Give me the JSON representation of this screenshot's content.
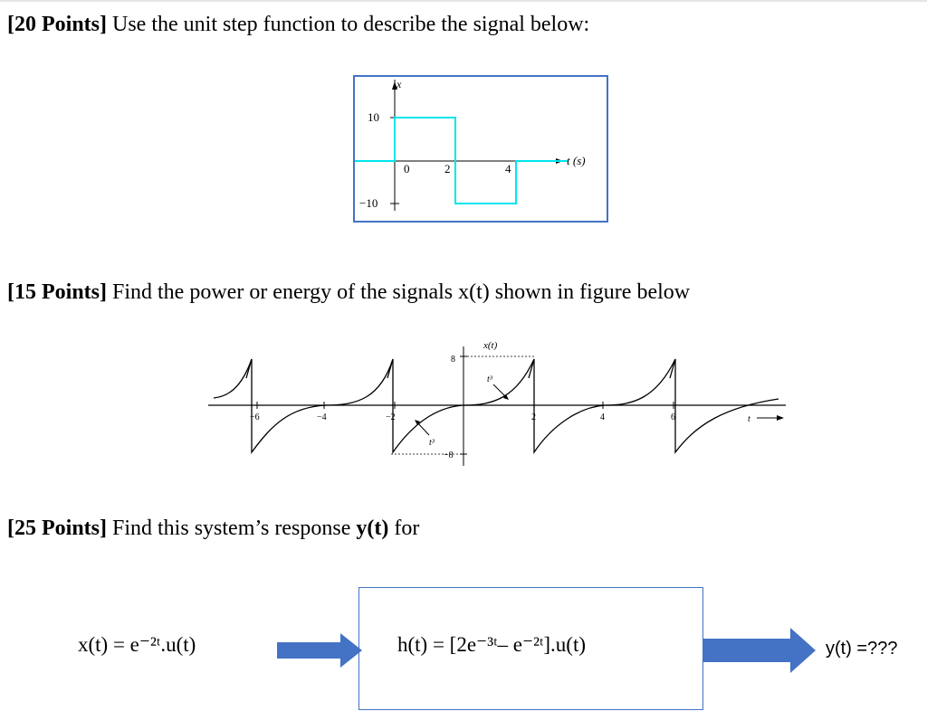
{
  "questions": [
    {
      "points": "[20 Points]",
      "text": " Use the unit step function to describe the signal below:"
    },
    {
      "points": "[15 Points]",
      "text": " Find the power or energy of the signals x(t) shown in figure below"
    },
    {
      "points": "[25 Points]",
      "text_before": " Find this system’s response ",
      "bold": "y(t)",
      "text_after": " for"
    }
  ],
  "figure1": {
    "y_label": "x",
    "x_label": "t (s)",
    "y_ticks": [
      "10",
      "−10"
    ],
    "x_ticks": [
      "0",
      "2",
      "4"
    ],
    "signal_color": "#00e5ee",
    "frame_color": "#4472c4"
  },
  "figure2": {
    "y_label": "x(t)",
    "x_label": "t",
    "x_ticks": [
      "−6",
      "−4",
      "−2",
      "2",
      "4",
      "6"
    ],
    "y_ticks": [
      "8",
      "−8"
    ],
    "annotations": [
      "t³",
      "t³"
    ]
  },
  "system": {
    "input_label": "x(t) = e⁻²ᵗ.u(t)",
    "impulse_label": "h(t) = [2e⁻³ᵗ– e⁻²ᵗ].u(t)",
    "output_label": "y(t) =???",
    "arrow_color": "#4472c4"
  }
}
